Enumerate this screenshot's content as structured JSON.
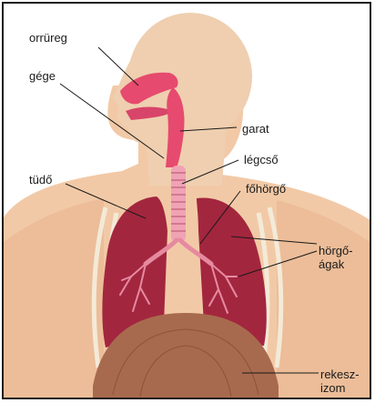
{
  "labels": {
    "orrureg": "orrüreg",
    "gege": "gége",
    "garat": "garat",
    "legcso": "légcső",
    "tudo": "tüdő",
    "fohorgo": "főhörgő",
    "horgoagak_1": "hörgő-",
    "horgoagak_2": "ágak",
    "rekeszizom_1": "rekesz-",
    "rekeszizom_2": "izom"
  },
  "colors": {
    "skin": "#f2c9a6",
    "skin_shadow": "#e0a983",
    "head": "#efcfb0",
    "lung": "#a3263f",
    "lung_dark": "#7d1530",
    "airway": "#e64a6e",
    "trachea": "#f0a3b4",
    "ribs": "#f3ead8",
    "diaphragm": "#a86a4e"
  }
}
